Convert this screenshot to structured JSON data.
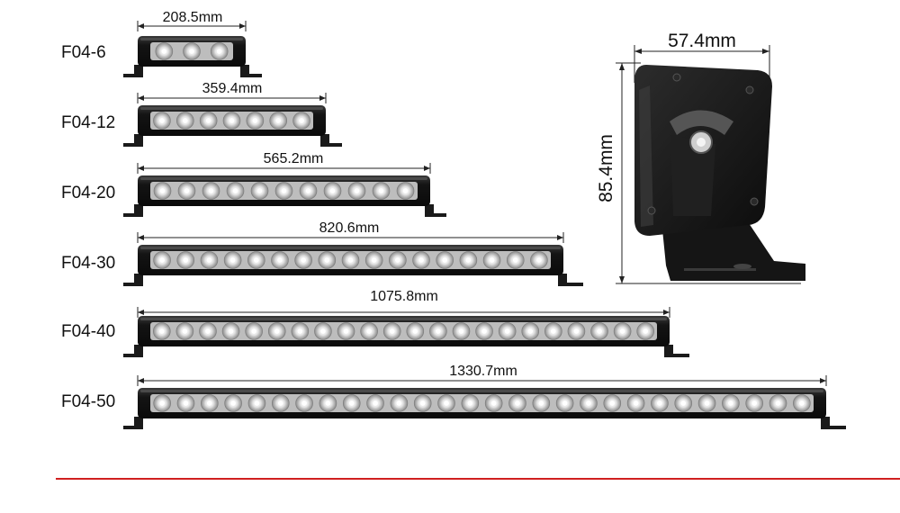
{
  "products": [
    {
      "model": "F04-6",
      "length": "208.5mm",
      "led_count": 3
    },
    {
      "model": "F04-12",
      "length": "359.4mm",
      "led_count": 7
    },
    {
      "model": "F04-20",
      "length": "565.2mm",
      "led_count": 11
    },
    {
      "model": "F04-30",
      "length": "820.6mm",
      "led_count": 17
    },
    {
      "model": "F04-40",
      "length": "1075.8mm",
      "led_count": 22
    },
    {
      "model": "F04-50",
      "length": "1330.7mm",
      "led_count": 28
    }
  ],
  "side_view": {
    "width": "57.4mm",
    "height": "85.4mm"
  },
  "colors": {
    "housing": "#1a1a1a",
    "lens": "#cfcfcf",
    "accent_rule": "#d02020",
    "dimension_line": "#222222"
  }
}
